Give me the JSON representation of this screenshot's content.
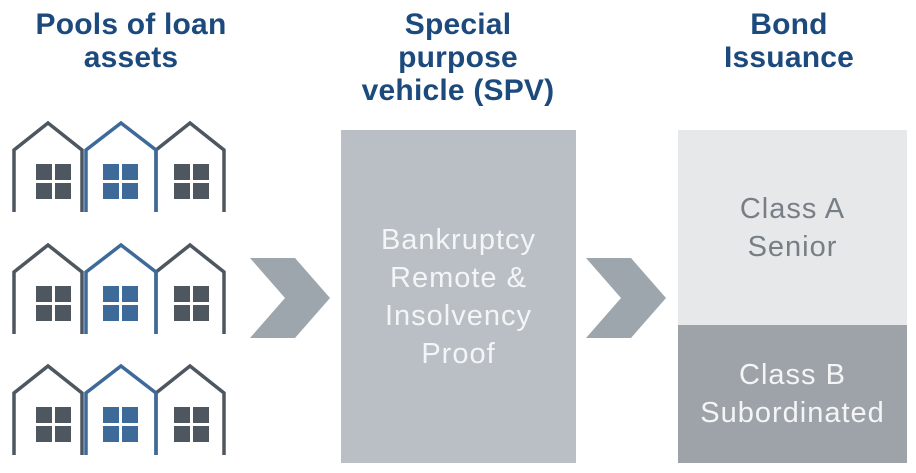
{
  "headings": {
    "pools": [
      "Pools of loan",
      "assets"
    ],
    "spv": [
      "Special",
      "purpose",
      "vehicle (SPV)"
    ],
    "bond": [
      "Bond",
      "Issuance"
    ]
  },
  "spv_box": {
    "lines": [
      "Bankruptcy",
      "Remote &",
      "Insolvency",
      "Proof"
    ]
  },
  "bond_classes": [
    {
      "lines": [
        "Class A",
        "Senior"
      ]
    },
    {
      "lines": [
        "Class B",
        "Subordinated"
      ]
    }
  ],
  "house_rows": 3,
  "icons": {
    "house_group": "house-group-icon",
    "arrow": "chevron-right-icon"
  },
  "colors": {
    "heading": "#1c4a7d",
    "house_dark": "#4e5660",
    "house_blue": "#3e6a9a",
    "arrow": "#9ea6ad",
    "spv_box": "#b9bfc5",
    "class_a": "#e6e8ea",
    "class_b": "#9da3a9"
  }
}
